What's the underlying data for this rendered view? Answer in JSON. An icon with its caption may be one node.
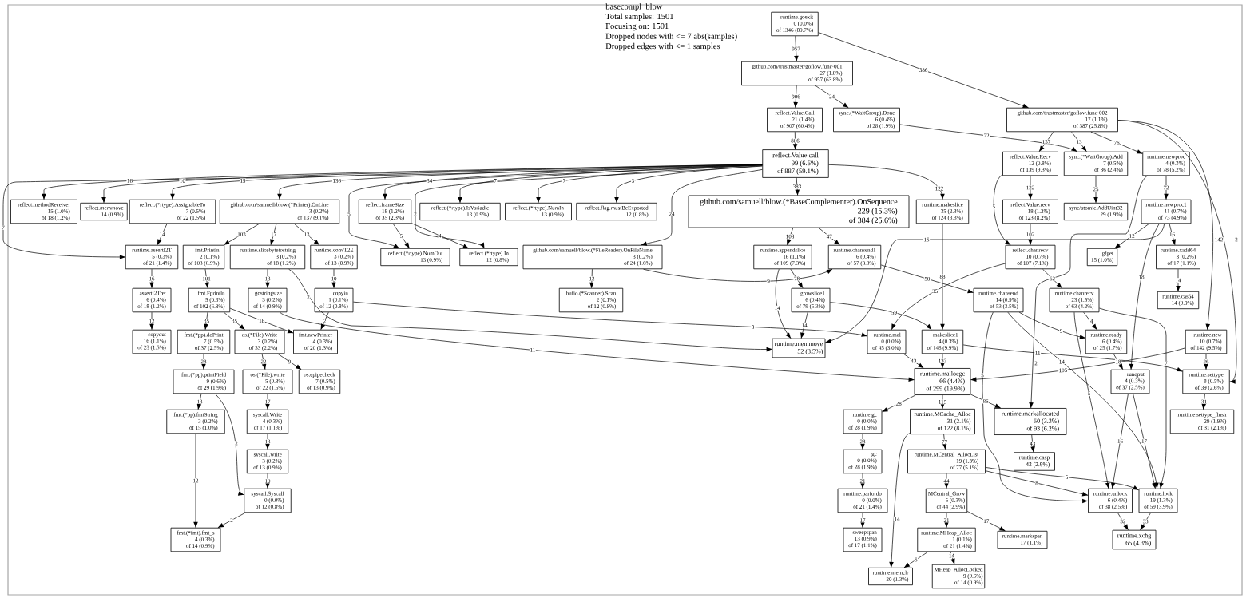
{
  "diagram": {
    "title": "basecompl_blow",
    "labels": [
      "Total samples: 1501",
      "Focusing on: 1501",
      "Dropped nodes with <= 7 abs(samples)",
      "Dropped edges with <= 1 samples"
    ],
    "nodes": [
      {
        "text": [
          "runtime.goexit",
          "0 (0.0%)",
          "of 1346 (89.7%)"
        ]
      },
      {
        "text": [
          "github.com/trustmaster/goflow.func·001",
          "27 (1.8%)",
          "of 957 (63.8%)"
        ]
      },
      {
        "text": [
          "reflect.Value.Call",
          "21 (1.4%)",
          "of 907 (60.4%)"
        ]
      },
      {
        "text": [
          "sync.(*WaitGroup).Done",
          "6 (0.4%)",
          "of 28 (1.9%)"
        ]
      },
      {
        "text": [
          "github.com/trustmaster/goflow.func·002",
          "17 (1.1%)",
          "of 387 (25.8%)"
        ]
      },
      {
        "text": [
          "reflect.Value.call",
          "99 (6.6%)",
          "of 887 (59.1%)"
        ]
      },
      {
        "text": [
          "reflect.methodReceiver",
          "15 (1.0%)",
          "of 18 (1.2%)"
        ]
      },
      {
        "text": [
          "reflect.memmove",
          "14 (0.9%)"
        ]
      },
      {
        "text": [
          "reflect.(*rtype).AssignableTo",
          "7 (0.5%)",
          "of 22 (1.5%)"
        ]
      },
      {
        "text": [
          "github.com/samuell/blow.(*Printer).OnLine",
          "3 (0.2%)",
          "of 137 (9.1%)"
        ]
      },
      {
        "text": [
          "reflect.(*rtype).IsVariadic",
          "13 (0.9%)"
        ]
      },
      {
        "text": [
          "reflect.(*rtype).NumIn",
          "13 (0.9%)"
        ]
      },
      {
        "text": [
          "reflect.flag.mustBeExported",
          "12 (0.8%)"
        ]
      },
      {
        "text": [
          "reflect.frameSize",
          "18 (1.2%)",
          "of 35 (2.3%)"
        ]
      },
      {
        "text": [
          "github.com/samuell/blow.(*FileReader).OnFileName",
          "3 (0.2%)",
          "of 24 (1.6%)"
        ]
      },
      {
        "text": [
          "github.com/samuell/blow.(*BaseComplementer).OnSequence",
          "229 (15.3%)",
          "of 384 (25.6%)"
        ]
      },
      {
        "text": [
          "runtime.makeslice",
          "35 (2.3%)",
          "of 124 (8.3%)"
        ]
      },
      {
        "text": [
          "reflect.Value.Recv",
          "12 (0.8%)",
          "of 139 (9.3%)"
        ]
      },
      {
        "text": [
          "sync.(*WaitGroup).Add",
          "7 (0.5%)",
          "of 36 (2.4%)"
        ]
      },
      {
        "text": [
          "runtime.newproc",
          "4 (0.3%)",
          "of 78 (5.2%)"
        ]
      },
      {
        "text": [
          "reflect.Value.recv",
          "18 (1.2%)",
          "of 123 (8.2%)"
        ]
      },
      {
        "text": [
          "sync/atomic.AddUint32",
          "29 (1.9%)"
        ]
      },
      {
        "text": [
          "runtime.newproc1",
          "11 (0.7%)",
          "of 73 (4.9%)"
        ]
      },
      {
        "text": [
          "runtime.assertI2T",
          "5 (0.3%)",
          "of 21 (1.4%)"
        ]
      },
      {
        "text": [
          "fmt.Println",
          "2 (0.1%)",
          "of 103 (6.9%)"
        ]
      },
      {
        "text": [
          "runtime.slicebytetostring",
          "3 (0.2%)",
          "of 18 (1.2%)"
        ]
      },
      {
        "text": [
          "runtime.convT2E",
          "3 (0.2%)",
          "of 13 (0.9%)"
        ]
      },
      {
        "text": [
          "reflect.(*rtype).NumOut",
          "13 (0.9%)"
        ]
      },
      {
        "text": [
          "reflect.(*rtype).In",
          "12 (0.8%)"
        ]
      },
      {
        "text": [
          "bufio.(*Scanner).Scan",
          "2 (0.1%)",
          "of 12 (0.8%)"
        ]
      },
      {
        "text": [
          "runtime.appendslice",
          "16 (1.1%)",
          "of 109 (7.3%)"
        ]
      },
      {
        "text": [
          "runtime.chansend1",
          "6 (0.4%)",
          "of 57 (3.8%)"
        ]
      },
      {
        "text": [
          "reflect.chanrecv",
          "10 (0.7%)",
          "of 107 (7.1%)"
        ]
      },
      {
        "text": [
          "gfget",
          "15 (1.0%)"
        ]
      },
      {
        "text": [
          "runtime.xadd64",
          "3 (0.2%)",
          "of 17 (1.1%)"
        ]
      },
      {
        "text": [
          "assertI2Tret",
          "6 (0.4%)",
          "of 18 (1.2%)"
        ]
      },
      {
        "text": [
          "fmt.Fprintln",
          "5 (0.3%)",
          "of 102 (6.8%)"
        ]
      },
      {
        "text": [
          "gostringsize",
          "3 (0.2%)",
          "of 14 (0.9%)"
        ]
      },
      {
        "text": [
          "copyin",
          "1 (0.1%)",
          "of 12 (0.8%)"
        ]
      },
      {
        "text": [
          "growslice1",
          "6 (0.4%)",
          "of 79 (5.3%)"
        ]
      },
      {
        "text": [
          "runtime.chansend",
          "14 (0.9%)",
          "of 53 (3.5%)"
        ]
      },
      {
        "text": [
          "runtime.chanrecv",
          "23 (1.5%)",
          "of 63 (4.2%)"
        ]
      },
      {
        "text": [
          "runtime.cas64",
          "14 (0.9%)"
        ]
      },
      {
        "text": [
          "copyout",
          "16 (1.1%)",
          "of 23 (1.5%)"
        ]
      },
      {
        "text": [
          "fmt.(*pp).doPrint",
          "7 (0.5%)",
          "of 37 (2.5%)"
        ]
      },
      {
        "text": [
          "os.(*File).Write",
          "3 (0.2%)",
          "of 33 (2.2%)"
        ]
      },
      {
        "text": [
          "fmt.newPrinter",
          "4 (0.3%)",
          "of 20 (1.3%)"
        ]
      },
      {
        "text": [
          "runtime.memmove",
          "52 (3.5%)"
        ]
      },
      {
        "text": [
          "runtime.mal",
          "0 (0.0%)",
          "of 45 (3.0%)"
        ]
      },
      {
        "text": [
          "makeslice1",
          "4 (0.3%)",
          "of 148 (9.9%)"
        ]
      },
      {
        "text": [
          "runtime.ready",
          "6 (0.4%)",
          "of 25 (1.7%)"
        ]
      },
      {
        "text": [
          "runtime.new",
          "10 (0.7%)",
          "of 142 (9.5%)"
        ]
      },
      {
        "text": [
          "fmt.(*pp).printField",
          "9 (0.6%)",
          "of 29 (1.9%)"
        ]
      },
      {
        "text": [
          "os.(*File).write",
          "5 (0.3%)",
          "of 22 (1.5%)"
        ]
      },
      {
        "text": [
          "os.epipecheck",
          "7 (0.5%)",
          "of 13 (0.9%)"
        ]
      },
      {
        "text": [
          "runtime.mallocgc",
          "66 (4.4%)",
          "of 299 (19.9%)"
        ]
      },
      {
        "text": [
          "runqput",
          "4 (0.3%)",
          "of 37 (2.5%)"
        ]
      },
      {
        "text": [
          "runtime.settype",
          "8 (0.5%)",
          "of 39 (2.6%)"
        ]
      },
      {
        "text": [
          "fmt.(*pp).fmtString",
          "3 (0.2%)",
          "of 15 (1.0%)"
        ]
      },
      {
        "text": [
          "syscall.Write",
          "4 (0.3%)",
          "of 17 (1.1%)"
        ]
      },
      {
        "text": [
          "runtime.gc",
          "0 (0.0%)",
          "of 28 (1.9%)"
        ]
      },
      {
        "text": [
          "runtime.MCache_Alloc",
          "31 (2.1%)",
          "of 122 (8.1%)"
        ]
      },
      {
        "text": [
          "runtime.markallocated",
          "50 (3.3%)",
          "of 93 (6.2%)"
        ]
      },
      {
        "text": [
          "runtime.settype_flush",
          "29 (1.9%)",
          "of 31 (2.1%)"
        ]
      },
      {
        "text": [
          "syscall.write",
          "3 (0.2%)",
          "of 13 (0.9%)"
        ]
      },
      {
        "text": [
          "gc",
          "0 (0.0%)",
          "of 28 (1.9%)"
        ]
      },
      {
        "text": [
          "runtime.MCentral_AllocList",
          "19 (1.3%)",
          "of 77 (5.1%)"
        ]
      },
      {
        "text": [
          "runtime.casp",
          "43 (2.9%)"
        ]
      },
      {
        "text": [
          "syscall.Syscall",
          "0 (0.0%)",
          "of 12 (0.8%)"
        ]
      },
      {
        "text": [
          "runtime.parfordo",
          "0 (0.0%)",
          "of 21 (1.4%)"
        ]
      },
      {
        "text": [
          "MCentral_Grow",
          "5 (0.3%)",
          "of 44 (2.9%)"
        ]
      },
      {
        "text": [
          "runtime.unlock",
          "6 (0.4%)",
          "of 38 (2.5%)"
        ]
      },
      {
        "text": [
          "runtime.lock",
          "19 (1.3%)",
          "of 59 (3.9%)"
        ]
      },
      {
        "text": [
          "fmt.(*fmt).fmt_s",
          "4 (0.3%)",
          "of 14 (0.9%)"
        ]
      },
      {
        "text": [
          "sweepspan",
          "13 (0.9%)",
          "of 17 (1.1%)"
        ]
      },
      {
        "text": [
          "runtime.MHeap_Alloc",
          "1 (0.1%)",
          "of 21 (1.4%)"
        ]
      },
      {
        "text": [
          "runtime.markspan",
          "17 (1.1%)"
        ]
      },
      {
        "text": [
          "runtime.xchg",
          "65 (4.3%)"
        ]
      },
      {
        "text": [
          "runtime.memclr",
          "20 (1.3%)"
        ]
      },
      {
        "text": [
          "MHeap_AllocLocked",
          "9 (0.6%)",
          "of 14 (0.9%)"
        ]
      }
    ],
    "edges": [
      {
        "from": 0,
        "to": 1,
        "arrow": "to",
        "label": "957"
      },
      {
        "from": 0,
        "to": 4,
        "arrow": "to",
        "label": "386"
      },
      {
        "from": 1,
        "to": 2,
        "arrow": "to",
        "label": "906"
      },
      {
        "from": 1,
        "to": 3,
        "arrow": "to",
        "label": "24"
      },
      {
        "from": 2,
        "to": 5,
        "arrow": "to",
        "label": "886"
      },
      {
        "from": 3,
        "to": 18,
        "arrow": "to",
        "label": "22"
      },
      {
        "from": 4,
        "to": 17,
        "arrow": "to",
        "label": "137"
      },
      {
        "from": 4,
        "to": 18,
        "arrow": "to",
        "label": "13"
      },
      {
        "from": 4,
        "to": 19,
        "arrow": "to",
        "label": "76"
      },
      {
        "from": 4,
        "to": 51,
        "arrow": "to",
        "label": "142"
      },
      {
        "from": 4,
        "to": 57,
        "arrow": "to",
        "label": "2"
      },
      {
        "from": 5,
        "to": 6,
        "arrow": "to",
        "label": "16"
      },
      {
        "from": 5,
        "to": 7,
        "arrow": "to",
        "label": "10"
      },
      {
        "from": 5,
        "to": 8,
        "arrow": "to",
        "label": "19"
      },
      {
        "from": 5,
        "to": 9,
        "arrow": "to",
        "label": "136"
      },
      {
        "from": 5,
        "to": 23,
        "arrow": "to",
        "label": "7"
      },
      {
        "from": 5,
        "to": 27,
        "arrow": "to",
        "label": "5"
      },
      {
        "from": 5,
        "to": 10,
        "arrow": "to",
        "label": "7"
      },
      {
        "from": 5,
        "to": 11,
        "arrow": "to",
        "label": "7"
      },
      {
        "from": 5,
        "to": 12,
        "arrow": "to",
        "label": "3"
      },
      {
        "from": 5,
        "to": 13,
        "arrow": "to",
        "label": "34"
      },
      {
        "from": 5,
        "to": 28,
        "arrow": "to",
        "label": "2"
      },
      {
        "from": 5,
        "to": 14,
        "arrow": "to",
        "label": "24"
      },
      {
        "from": 5,
        "to": 15,
        "arrow": "to",
        "label": "383"
      },
      {
        "from": 5,
        "to": 16,
        "arrow": "to",
        "label": "122"
      },
      {
        "from": 8,
        "to": 23,
        "arrow": "to",
        "label": "14"
      },
      {
        "from": 23,
        "to": 35,
        "arrow": "to",
        "label": "16"
      },
      {
        "from": 35,
        "to": 43,
        "arrow": "to",
        "label": "12"
      },
      {
        "from": 9,
        "to": 24,
        "arrow": "to",
        "label": "103"
      },
      {
        "from": 9,
        "to": 25,
        "arrow": "to",
        "label": "17"
      },
      {
        "from": 9,
        "to": 26,
        "arrow": "to",
        "label": "13"
      },
      {
        "from": 24,
        "to": 36,
        "arrow": "to",
        "label": "101"
      },
      {
        "from": 25,
        "to": 37,
        "arrow": "to",
        "label": "13"
      },
      {
        "from": 25,
        "to": 47,
        "arrow": "to",
        "label": "2"
      },
      {
        "from": 26,
        "to": 38,
        "arrow": "to",
        "label": "10"
      },
      {
        "from": 38,
        "to": 48,
        "arrow": "to",
        "label": "8"
      },
      {
        "from": 38,
        "to": 46,
        "arrow": "to",
        "label": "2"
      },
      {
        "from": 37,
        "to": 55,
        "arrow": "to",
        "label": "11"
      },
      {
        "from": 36,
        "to": 44,
        "arrow": "to",
        "label": "35"
      },
      {
        "from": 36,
        "to": 45,
        "arrow": "to",
        "label": "35"
      },
      {
        "from": 36,
        "to": 46,
        "arrow": "to",
        "label": "18"
      },
      {
        "from": 44,
        "to": 52,
        "arrow": "to",
        "label": "28"
      },
      {
        "from": 45,
        "to": 53,
        "arrow": "to",
        "label": "22"
      },
      {
        "from": 45,
        "to": 54,
        "arrow": "to",
        "label": "9"
      },
      {
        "from": 52,
        "to": 58,
        "arrow": "to",
        "label": "13"
      },
      {
        "from": 52,
        "to": 68,
        "arrow": "to",
        "label": "2"
      },
      {
        "from": 53,
        "to": 59,
        "arrow": "to",
        "label": "17"
      },
      {
        "from": 59,
        "to": 64,
        "arrow": "to",
        "label": "13"
      },
      {
        "from": 64,
        "to": 68,
        "arrow": "to",
        "label": "10"
      },
      {
        "from": 68,
        "to": 73,
        "arrow": "to",
        "label": "2"
      },
      {
        "from": 58,
        "to": 73,
        "arrow": "to",
        "label": "12"
      },
      {
        "from": 13,
        "to": 27,
        "arrow": "to",
        "label": "5"
      },
      {
        "from": 13,
        "to": 28,
        "arrow": "to",
        "label": "4"
      },
      {
        "from": 14,
        "to": 29,
        "arrow": "to",
        "label": "12"
      },
      {
        "from": 14,
        "to": 31,
        "arrow": "to",
        "label": "9"
      },
      {
        "from": 15,
        "to": 30,
        "arrow": "to",
        "label": "108"
      },
      {
        "from": 15,
        "to": 31,
        "arrow": "to",
        "label": "47"
      },
      {
        "from": 30,
        "to": 39,
        "arrow": "to",
        "label": "78"
      },
      {
        "from": 30,
        "to": 47,
        "arrow": "to",
        "label": "14"
      },
      {
        "from": 39,
        "to": 47,
        "arrow": "to",
        "label": "14"
      },
      {
        "from": 39,
        "to": 49,
        "arrow": "to",
        "label": "59"
      },
      {
        "from": 16,
        "to": 49,
        "arrow": "to",
        "label": "88"
      },
      {
        "from": 17,
        "to": 20,
        "arrow": "to",
        "label": "122"
      },
      {
        "from": 17,
        "to": 32,
        "arrow": "to",
        "label": "5"
      },
      {
        "from": 20,
        "to": 32,
        "arrow": "to",
        "label": "102"
      },
      {
        "from": 18,
        "to": 21,
        "arrow": "to",
        "label": "25"
      },
      {
        "from": 19,
        "to": 22,
        "arrow": "to",
        "label": "72"
      },
      {
        "from": 19,
        "to": 62,
        "arrow": "to",
        "label": "2"
      },
      {
        "from": 22,
        "to": 33,
        "arrow": "to",
        "label": "12"
      },
      {
        "from": 22,
        "to": 34,
        "arrow": "to",
        "label": "16"
      },
      {
        "from": 22,
        "to": 56,
        "arrow": "to",
        "label": "18"
      },
      {
        "from": 22,
        "to": 47,
        "arrow": "to",
        "label": "15"
      },
      {
        "from": 34,
        "to": 42,
        "arrow": "to",
        "label": "14"
      },
      {
        "from": 32,
        "to": 41,
        "arrow": "to",
        "label": "62"
      },
      {
        "from": 32,
        "to": 48,
        "arrow": "to",
        "label": "35"
      },
      {
        "from": 31,
        "to": 40,
        "arrow": "to",
        "label": "50"
      },
      {
        "from": 40,
        "to": 50,
        "arrow": "to",
        "label": "9"
      },
      {
        "from": 41,
        "to": 50,
        "arrow": "to",
        "label": "14"
      },
      {
        "from": 40,
        "to": 71,
        "arrow": "to",
        "label": "5"
      },
      {
        "from": 40,
        "to": 72,
        "arrow": "to",
        "label": "14"
      },
      {
        "from": 41,
        "to": 71,
        "arrow": "to",
        "label": "5"
      },
      {
        "from": 41,
        "to": 72,
        "arrow": "to",
        "label": "7"
      },
      {
        "from": 50,
        "to": 56,
        "arrow": "to",
        "label": "18"
      },
      {
        "from": 56,
        "to": 71,
        "arrow": "to",
        "label": "16"
      },
      {
        "from": 56,
        "to": 72,
        "arrow": "to",
        "label": "17"
      },
      {
        "from": 49,
        "to": 55,
        "arrow": "to",
        "label": "133"
      },
      {
        "from": 48,
        "to": 55,
        "arrow": "to",
        "label": "43"
      },
      {
        "from": 51,
        "to": 55,
        "arrow": "to",
        "label": "105"
      },
      {
        "from": 51,
        "to": 57,
        "arrow": "to",
        "label": "26"
      },
      {
        "from": 49,
        "to": 57,
        "arrow": "to",
        "label": "11"
      },
      {
        "from": 57,
        "to": 63,
        "arrow": "to",
        "label": "31"
      },
      {
        "from": 55,
        "to": 60,
        "arrow": "to",
        "label": "28"
      },
      {
        "from": 55,
        "to": 61,
        "arrow": "to",
        "label": "115"
      },
      {
        "from": 55,
        "to": 62,
        "arrow": "to",
        "label": "86"
      },
      {
        "from": 60,
        "to": 65,
        "arrow": "to",
        "label": "28"
      },
      {
        "from": 65,
        "to": 69,
        "arrow": "to",
        "label": "21"
      },
      {
        "from": 69,
        "to": 74,
        "arrow": "to",
        "label": "17"
      },
      {
        "from": 61,
        "to": 66,
        "arrow": "to",
        "label": "77"
      },
      {
        "from": 61,
        "to": 78,
        "arrow": "to",
        "label": "14"
      },
      {
        "from": 66,
        "to": 70,
        "arrow": "to",
        "label": "44"
      },
      {
        "from": 66,
        "to": 71,
        "arrow": "to",
        "label": "8"
      },
      {
        "from": 66,
        "to": 72,
        "arrow": "to",
        "label": "5"
      },
      {
        "from": 70,
        "to": 75,
        "arrow": "to",
        "label": "21"
      },
      {
        "from": 70,
        "to": 76,
        "arrow": "to",
        "label": "17"
      },
      {
        "from": 75,
        "to": 78,
        "arrow": "to",
        "label": "5"
      },
      {
        "from": 75,
        "to": 79,
        "arrow": "to",
        "label": "14"
      },
      {
        "from": 62,
        "to": 67,
        "arrow": "to",
        "label": "43"
      },
      {
        "from": 71,
        "to": 77,
        "arrow": "to",
        "label": "32"
      },
      {
        "from": 72,
        "to": 77,
        "arrow": "to",
        "label": "33"
      }
    ]
  }
}
